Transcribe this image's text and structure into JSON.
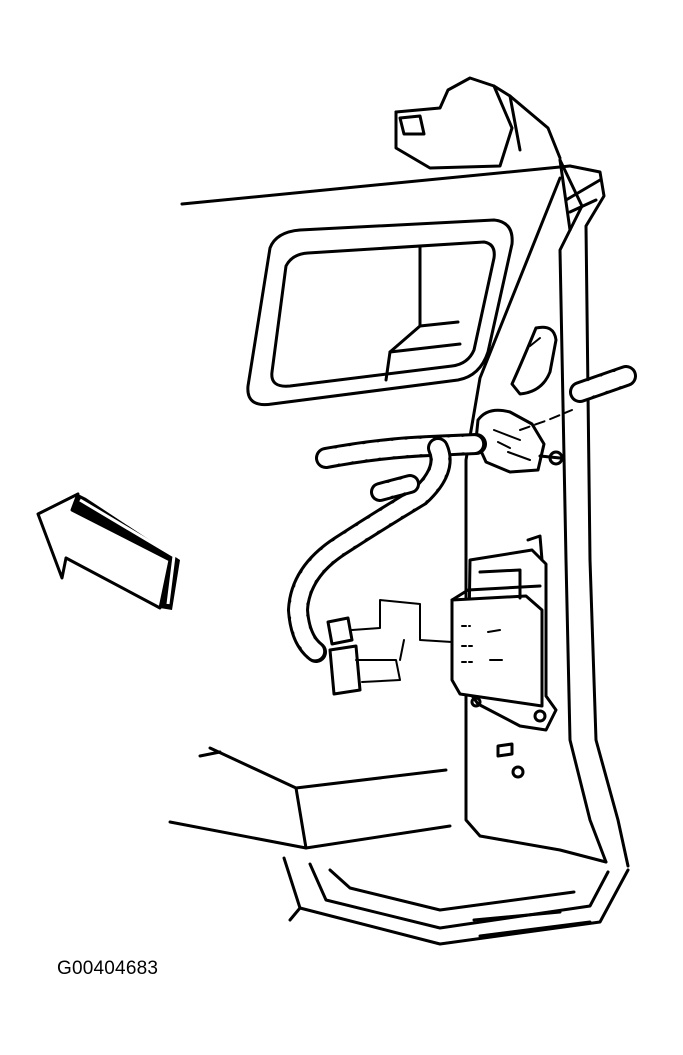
{
  "figure": {
    "id_label": "G00404683"
  },
  "parts": {
    "arrow": "front-direction-arrow",
    "window": "door-window-opening",
    "pillar": "door-pillar",
    "harness": "wiring-harness",
    "module": "control-module",
    "connector": "harness-connector",
    "floor": "floor-pan"
  }
}
